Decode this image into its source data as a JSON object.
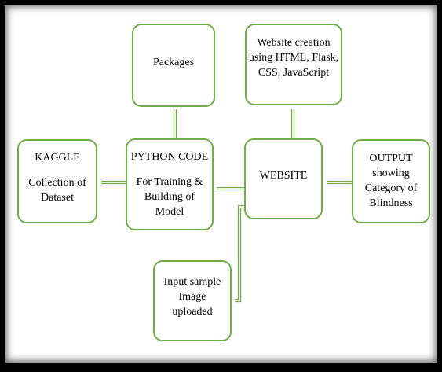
{
  "diagram": {
    "nodes": {
      "packages": {
        "lines": [
          "Packages"
        ]
      },
      "website_creation": {
        "lines": [
          "Website creation",
          "using HTML, Flask,",
          "CSS, JavaScript"
        ]
      },
      "kaggle": {
        "title": "KAGGLE",
        "lines": [
          "Collection of",
          "Dataset"
        ]
      },
      "python": {
        "title": "PYTHON CODE",
        "lines": [
          "For Training &",
          "Building of",
          "Model"
        ]
      },
      "website": {
        "lines": [
          "WEBSITE"
        ]
      },
      "output": {
        "lines": [
          "OUTPUT",
          "showing",
          "Category of",
          "Blindness"
        ]
      },
      "input": {
        "lines": [
          "Input sample",
          "Image",
          "uploaded"
        ]
      }
    },
    "edges": [
      {
        "from": "packages",
        "to": "python"
      },
      {
        "from": "website_creation",
        "to": "website"
      },
      {
        "from": "kaggle",
        "to": "python"
      },
      {
        "from": "python",
        "to": "website"
      },
      {
        "from": "website",
        "to": "output"
      },
      {
        "from": "input",
        "to": "website"
      }
    ],
    "colors": {
      "border": "#70ad47",
      "connector": "#70ad47",
      "frame": "#000000",
      "text": "#000000"
    }
  }
}
